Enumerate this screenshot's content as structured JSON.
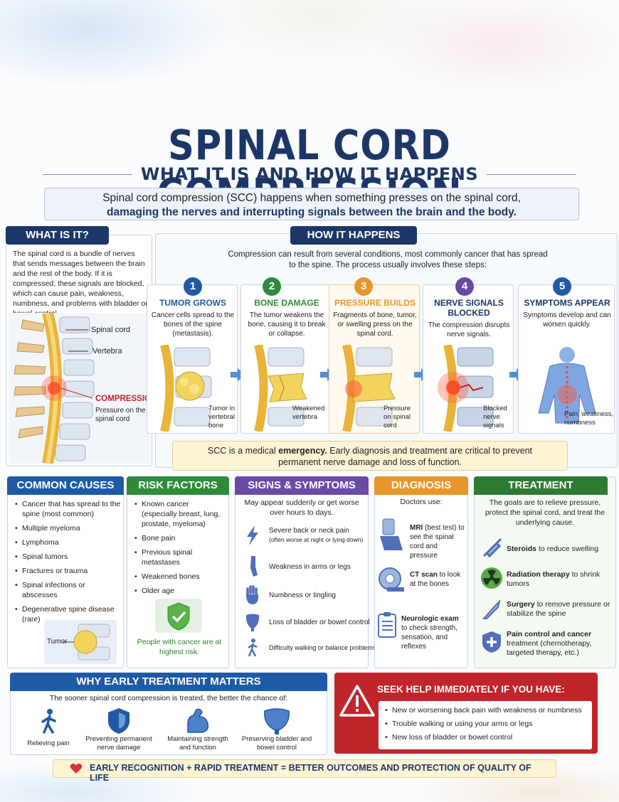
{
  "header": {
    "title": "SPINAL CORD COMPRESSION",
    "subtitle": "WHAT IT IS AND HOW IT HAPPENS",
    "intro_line1": "Spinal cord compression (SCC) happens when something presses on the spinal cord,",
    "intro_line2": "damaging the nerves and interrupting signals between the brain and the body."
  },
  "what_is_it": {
    "heading": "WHAT IS IT?",
    "body": "The spinal cord is a bundle of nerves that sends messages between the brain and the rest of the body. If it is compressed, these signals are blocked, which can cause pain, weakness, numbness, and problems with bladder or bowel control.",
    "label_spinal_cord": "Spinal cord",
    "label_vertebra": "Vertebra",
    "label_compression": "COMPRESSION",
    "label_pressure": "Pressure on the spinal cord"
  },
  "how_it_happens": {
    "heading": "HOW IT HAPPENS",
    "intro_line1": "Compression can result from several conditions, most commonly cancer that has spread",
    "intro_line2": "to the spine. The process usually involves these steps:",
    "steps": [
      {
        "num": "1",
        "title": "TUMOR GROWS",
        "desc": "Cancer cells spread to the bones of the spine (metastasis).",
        "caption": "Tumor in vertebral bone",
        "color": "#1f5aa6"
      },
      {
        "num": "2",
        "title": "BONE DAMAGE",
        "desc": "The tumor weakens the bone, causing it to break or collapse.",
        "caption": "Weakened vertebra",
        "color": "#2f8a3b"
      },
      {
        "num": "3",
        "title": "PRESSURE BUILDS",
        "desc": "Fragments of bone, tumor, or swelling press on the spinal cord.",
        "caption": "Pressure on spinal cord",
        "color": "#e8962a"
      },
      {
        "num": "4",
        "title": "NERVE SIGNALS BLOCKED",
        "desc": "The compression disrupts nerve signals.",
        "caption": "Blocked nerve signals",
        "color": "#6a4aa6"
      },
      {
        "num": "5",
        "title": "SYMPTOMS APPEAR",
        "desc": "Symptoms develop and can worsen quickly.",
        "caption": "Pain, weakness, numbness",
        "color": "#1f5aa6"
      }
    ],
    "emergency_pre": "SCC is a medical ",
    "emergency_bold": "emergency.",
    "emergency_post": " Early diagnosis and treatment are critical to prevent",
    "emergency_line2": "permanent nerve damage and loss of function."
  },
  "common_causes": {
    "heading": "COMMON CAUSES",
    "items": [
      "Cancer that has spread to the spine (most common)",
      "Multiple myeloma",
      "Lymphoma",
      "Spinal tumors",
      "Fractures or trauma",
      "Spinal infections or abscesses",
      "Degenerative spine disease (rare)"
    ],
    "tumor_label": "Tumor"
  },
  "risk_factors": {
    "heading": "RISK FACTORS",
    "items": [
      "Known cancer (especially breast, lung, prostate, myeloma)",
      "Bone pain",
      "Previous spinal metastases",
      "Weakened bones",
      "Older age"
    ],
    "note": "People with cancer are at highest risk."
  },
  "signs": {
    "heading": "SIGNS & SYMPTOMS",
    "intro": "May appear suddenly or get worse over hours to days.",
    "items": [
      {
        "text": "Severe back or neck pain",
        "sub": "(often worse at night or lying down)"
      },
      {
        "text": "Weakness in arms or legs",
        "sub": ""
      },
      {
        "text": "Numbness or tingling",
        "sub": ""
      },
      {
        "text": "Loss of bladder or bowel control",
        "sub": ""
      },
      {
        "text": "Difficulty walking or balance problems",
        "sub": ""
      }
    ]
  },
  "diagnosis": {
    "heading": "DIAGNOSIS",
    "intro": "Doctors use:",
    "items": [
      {
        "bold": "MRI",
        "text": " (best test) to see the spinal cord and pressure"
      },
      {
        "bold": "CT scan",
        "text": " to look at the bones"
      },
      {
        "bold": "Neurologic exam",
        "text": " to check strength, sensation, and reflexes"
      }
    ]
  },
  "treatment": {
    "heading": "TREATMENT",
    "intro": "The goals are to relieve pressure, protect the spinal cord, and treat the underlying cause.",
    "items": [
      {
        "bold": "Steroids",
        "text": " to reduce swelling"
      },
      {
        "bold": "Radiation therapy",
        "text": " to shrink tumors"
      },
      {
        "bold": "Surgery",
        "text": " to remove pressure or stabilize the spine"
      },
      {
        "bold": "Pain control and cancer",
        "text": " treatment (chemotherapy, targeted therapy, etc.)"
      }
    ]
  },
  "why_early": {
    "heading": "WHY EARLY TREATMENT MATTERS",
    "intro": "The sooner spinal cord compression is treated, the better the chance of:",
    "items": [
      "Relieving pain",
      "Preventing permanent nerve damage",
      "Maintaining strength and function",
      "Preserving bladder and bowel control"
    ]
  },
  "seek_help": {
    "heading": "SEEK HELP IMMEDIATELY IF YOU HAVE:",
    "items": [
      "New or worsening back pain with weakness or numbness",
      "Trouble walking or using your arms or legs",
      "New loss of bladder or bowel control"
    ]
  },
  "footer": {
    "text": "EARLY RECOGNITION + RAPID TREATMENT = BETTER OUTCOMES AND PROTECTION OF QUALITY OF LIFE"
  },
  "colors": {
    "navy": "#1c3767",
    "blue": "#1f5aa6",
    "green": "#2f8a3b",
    "purple": "#6a4aa6",
    "orange": "#e8962a",
    "red": "#c0252a"
  }
}
